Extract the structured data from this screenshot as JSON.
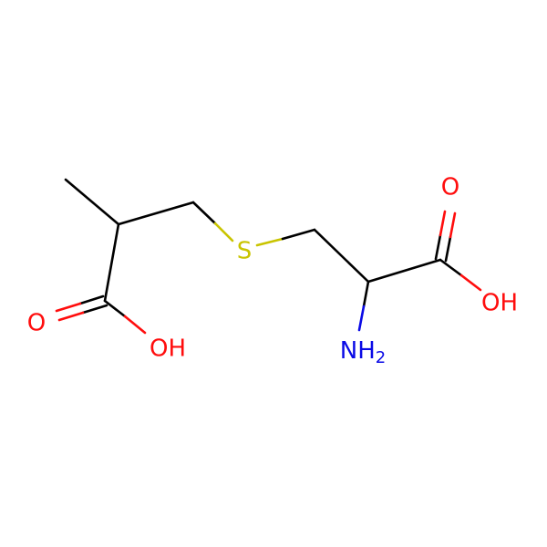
{
  "colors": {
    "carbon": "#000000",
    "oxygen": "#ff0d0d",
    "nitrogen": "#0a0ae6",
    "sulfur": "#c9c400"
  },
  "atoms": {
    "s": {
      "text": "S"
    },
    "o1": {
      "text": "O"
    },
    "oh1": {
      "text": "OH"
    },
    "o2": {
      "text": "O"
    },
    "oh2": {
      "text": "OH"
    },
    "nh2": {
      "text": "NH",
      "sub": "2"
    }
  }
}
